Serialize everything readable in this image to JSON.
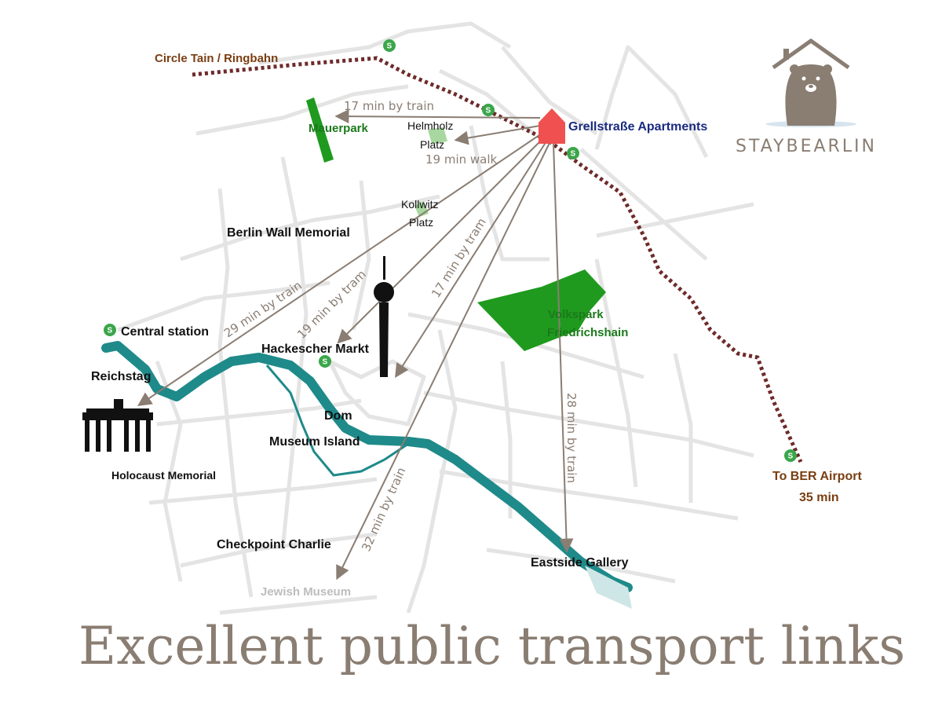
{
  "headline": "Excellent public transport links",
  "brand": {
    "name": "STAYBEARLIN",
    "logo_icon": "bear-house-icon"
  },
  "apartment": {
    "label": "Grellstraße Apartments",
    "icon": "house-icon",
    "color": "#f05050"
  },
  "ringbahn": {
    "label": "Circle Tain / Ringbahn",
    "color": "#6e2a2a"
  },
  "airport": {
    "label": "To BER Airport",
    "time": "35 min"
  },
  "sbahn_icon": {
    "glyph": "S",
    "color": "#3aa64a"
  },
  "parks": [
    {
      "label": "Mauerpark"
    },
    {
      "label": "Volkspark"
    },
    {
      "label": "Friedrichshain"
    },
    {
      "label": "Helmholz"
    },
    {
      "label": "Platz"
    },
    {
      "label": "Kollwitz"
    },
    {
      "label": "Platz"
    }
  ],
  "places": {
    "berlin_wall_memorial": "Berlin Wall Memorial",
    "central_station": "Central station",
    "reichstag": "Reichstag",
    "hackescher_markt": "Hackescher Markt",
    "dom": "Dom",
    "museum_island": "Museum Island",
    "holocaust_memorial": "Holocaust Memorial",
    "checkpoint_charlie": "Checkpoint Charlie",
    "jewish_museum": "Jewish Museum",
    "eastside_gallery": "Eastside Gallery"
  },
  "routes": [
    {
      "label": "17 min by train",
      "to": "Mauerpark"
    },
    {
      "label": "19 min walk",
      "to": "Helmholz Platz"
    },
    {
      "label": "29 min by train",
      "to": "Brandenburg Gate"
    },
    {
      "label": "19 min by tram",
      "to": "Hackescher Markt"
    },
    {
      "label": "17 min by tram",
      "to": "Alexanderplatz"
    },
    {
      "label": "32 min by train",
      "to": "Jewish Museum"
    },
    {
      "label": "28 min by train",
      "to": "Eastside Gallery"
    }
  ],
  "colors": {
    "route_arrow": "#8a7d72",
    "river": "#1f8a8a",
    "park": "#1f9a1f",
    "streets": "#e3e3e3",
    "headline": "#8a7d72"
  },
  "landmark_icons": [
    "brandenburg-gate-icon",
    "tv-tower-icon"
  ]
}
